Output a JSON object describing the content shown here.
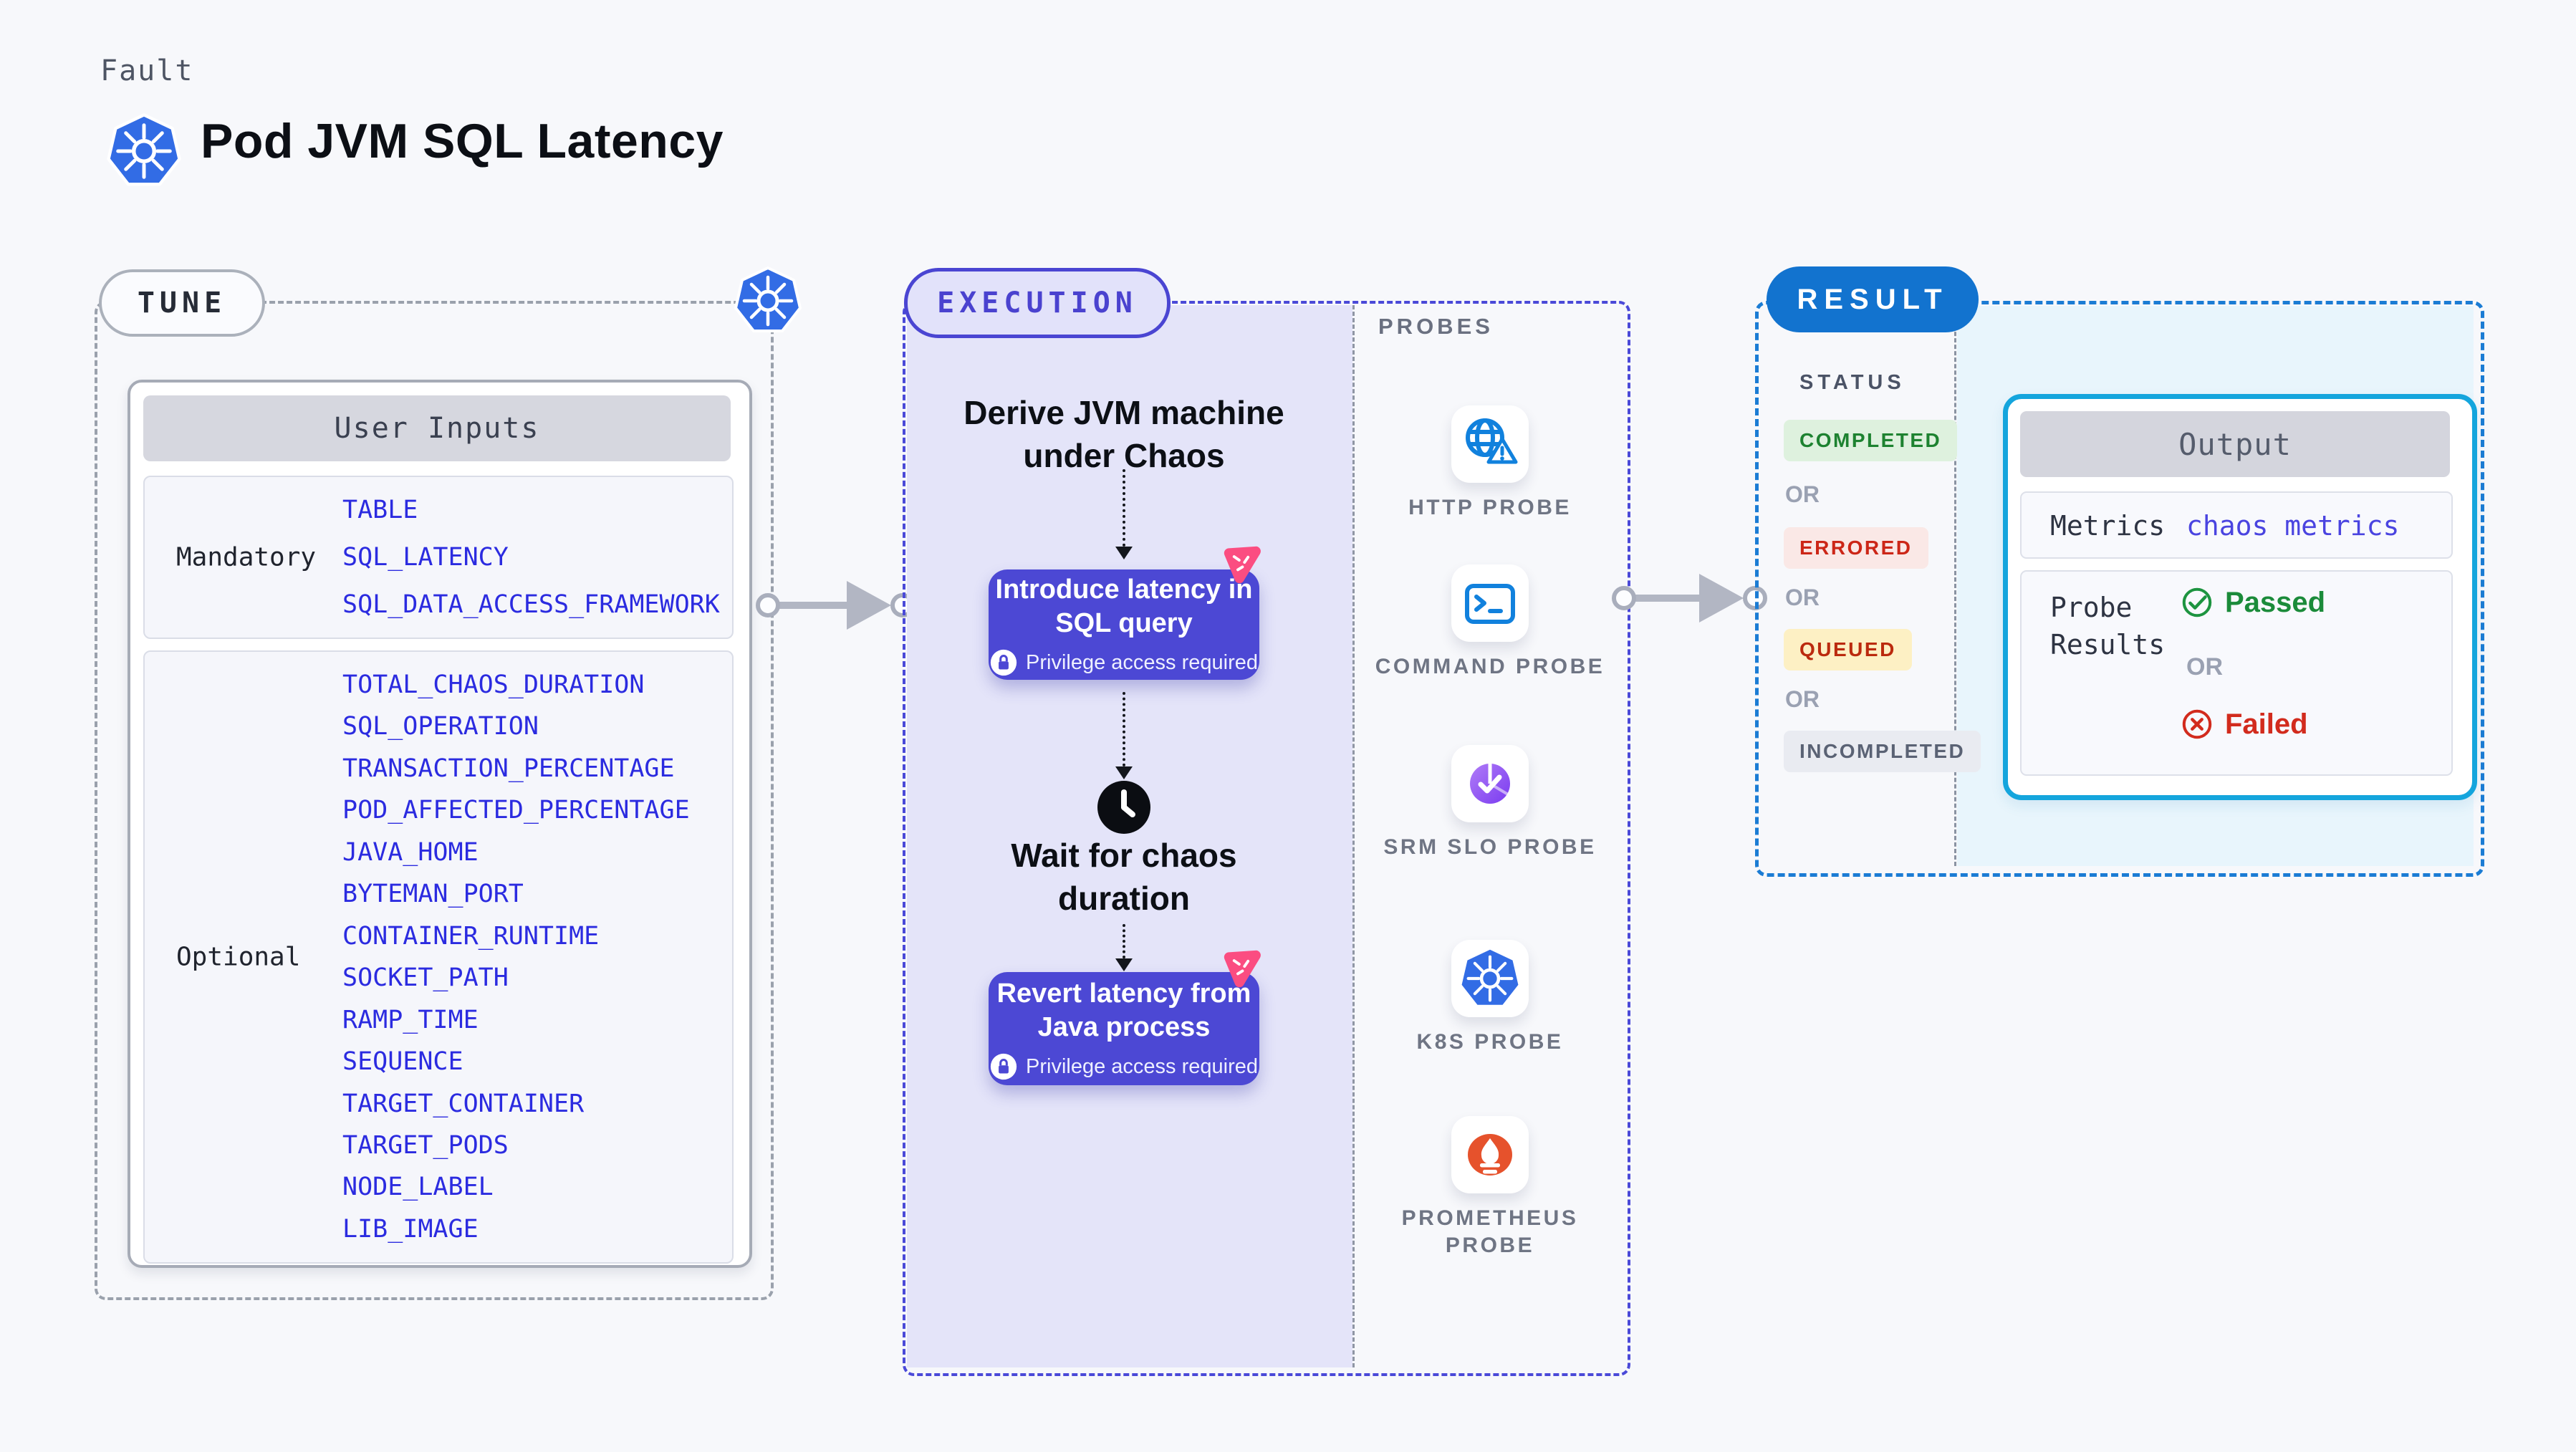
{
  "header": {
    "eyebrow": "Fault",
    "title": "Pod JVM SQL Latency"
  },
  "tune": {
    "badge": "TUNE",
    "card_title": "User Inputs",
    "mandatory": {
      "label": "Mandatory",
      "items": [
        "TABLE",
        "SQL_LATENCY",
        "SQL_DATA_ACCESS_FRAMEWORK"
      ]
    },
    "optional": {
      "label": "Optional",
      "items": [
        "TOTAL_CHAOS_DURATION",
        "SQL_OPERATION",
        "TRANSACTION_PERCENTAGE",
        "POD_AFFECTED_PERCENTAGE",
        "JAVA_HOME",
        "BYTEMAN_PORT",
        "CONTAINER_RUNTIME",
        "SOCKET_PATH",
        "RAMP_TIME",
        "SEQUENCE",
        "TARGET_CONTAINER",
        "TARGET_PODS",
        "NODE_LABEL",
        "LIB_IMAGE"
      ]
    }
  },
  "execution": {
    "badge": "EXECUTION",
    "step1_lines": [
      "Derive JVM machine",
      "under Chaos"
    ],
    "card1_lines": [
      "Introduce latency in",
      "SQL query"
    ],
    "card1_note": "Privilege access required",
    "wait_lines": [
      "Wait for chaos",
      "duration"
    ],
    "card2_lines": [
      "Revert latency from",
      "Java process"
    ],
    "card2_note": "Privilege access required"
  },
  "probes": {
    "title": "PROBES",
    "items": [
      {
        "icon": "http-probe-icon",
        "label": "HTTP PROBE"
      },
      {
        "icon": "command-probe-icon",
        "label": "COMMAND PROBE"
      },
      {
        "icon": "srm-slo-probe-icon",
        "label": "SRM SLO PROBE"
      },
      {
        "icon": "k8s-probe-icon",
        "label": "K8S PROBE"
      },
      {
        "icon": "prometheus-probe-icon",
        "label": "PROMETHEUS PROBE"
      }
    ]
  },
  "result": {
    "badge": "RESULT",
    "status_title": "STATUS",
    "or_label": "OR",
    "statuses": [
      {
        "label": "COMPLETED",
        "text_color": "#1d8230",
        "bg_color": "#def1de"
      },
      {
        "label": "ERRORED",
        "text_color": "#cc2617",
        "bg_color": "#fae8e6"
      },
      {
        "label": "QUEUED",
        "text_color": "#bb2a0e",
        "bg_color": "#fdf0c4"
      },
      {
        "label": "INCOMPLETED",
        "text_color": "#5a6274",
        "bg_color": "#e9ebf1"
      }
    ],
    "output": {
      "title": "Output",
      "metrics_label": "Metrics",
      "metrics_value": "chaos metrics",
      "probe_results_label": "Probe Results",
      "passed_label": "Passed",
      "failed_label": "Failed"
    }
  },
  "colors": {
    "page_bg": "#f7f8fb",
    "accent_indigo": "#4a46d3",
    "indigo_card_bg": "#4c48d4",
    "lavender_bg": "#e4e4f9",
    "env_var_blue": "#2b2be0",
    "result_blue": "#1273cf",
    "result_dash_blue": "#1b7cd4",
    "output_border_cyan": "#14a5dd",
    "cyan_bg": "#e8f5fc",
    "green": "#1d8230",
    "red": "#cc2617",
    "k8s_blue": "#326ce5",
    "prometheus_orange": "#e6522c",
    "slo_purple": "#8b5cf6",
    "chaos_pink": "#fb4d81",
    "arrow_gray": "#b2b6c3"
  }
}
